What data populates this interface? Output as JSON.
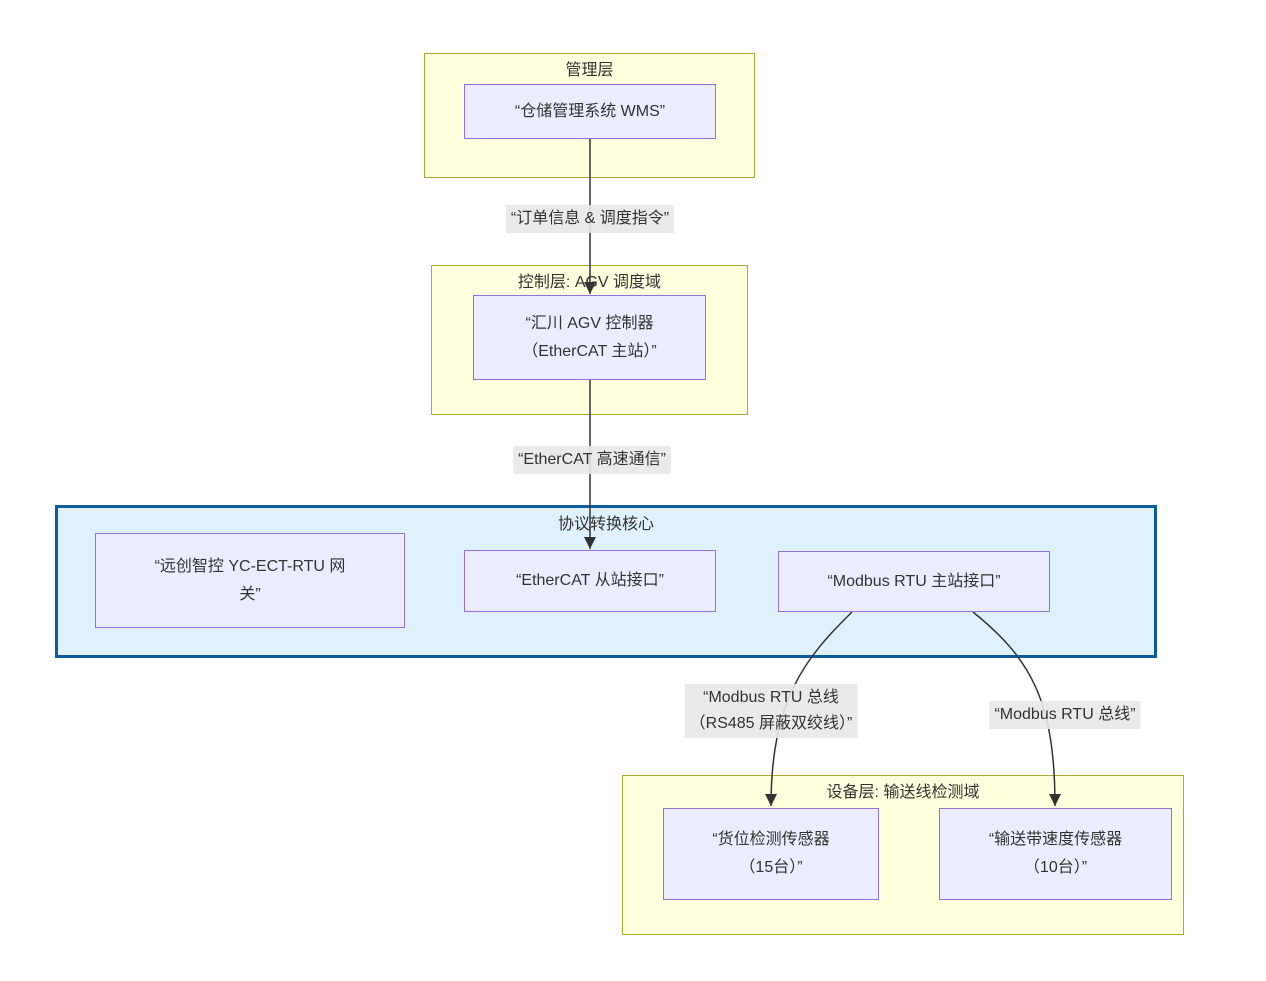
{
  "page": {
    "type": "flowchart",
    "background": "#ffffff"
  },
  "colors": {
    "cluster_fill": "#ffffde",
    "cluster_border": "#aaaa33",
    "core_cluster_fill": "#def1fd",
    "core_cluster_border": "#0d5c9e",
    "node_fill": "#ececff",
    "node_border": "#9370db",
    "edge_line": "#333333",
    "edge_label_bg": "#e8e8e8",
    "text": "#333333"
  },
  "clusters": {
    "management": {
      "title": "管理层"
    },
    "control": {
      "title": "控制层: AGV 调度域"
    },
    "core": {
      "title": "协议转换核心"
    },
    "device": {
      "title": "设备层: 输送线检测域"
    }
  },
  "nodes": {
    "wms": {
      "label": "“仓储管理系统 WMS”"
    },
    "agv_controller": {
      "label": [
        "“汇川 AGV 控制器",
        "（EtherCAT 主站）”"
      ]
    },
    "gateway": {
      "label": [
        "“远创智控 YC-ECT-RTU 网",
        "关”"
      ]
    },
    "ethercat_slave": {
      "label": "“EtherCAT 从站接口”"
    },
    "modbus_master": {
      "label": "“Modbus RTU 主站接口”"
    },
    "slot_sensor": {
      "label": [
        "“货位检测传感器",
        "（15台）”"
      ]
    },
    "speed_sensor": {
      "label": [
        "“输送带速度传感器",
        "（10台）”"
      ]
    }
  },
  "edges": {
    "wms_to_agv": {
      "label": "“订单信息 & 调度指令”"
    },
    "agv_to_slave": {
      "label": "“EtherCAT 高速通信”"
    },
    "master_to_slot": {
      "label": [
        "“Modbus RTU 总线",
        "（RS485 屏蔽双绞线）”"
      ]
    },
    "master_to_speed": {
      "label": "“Modbus RTU 总线”"
    }
  }
}
